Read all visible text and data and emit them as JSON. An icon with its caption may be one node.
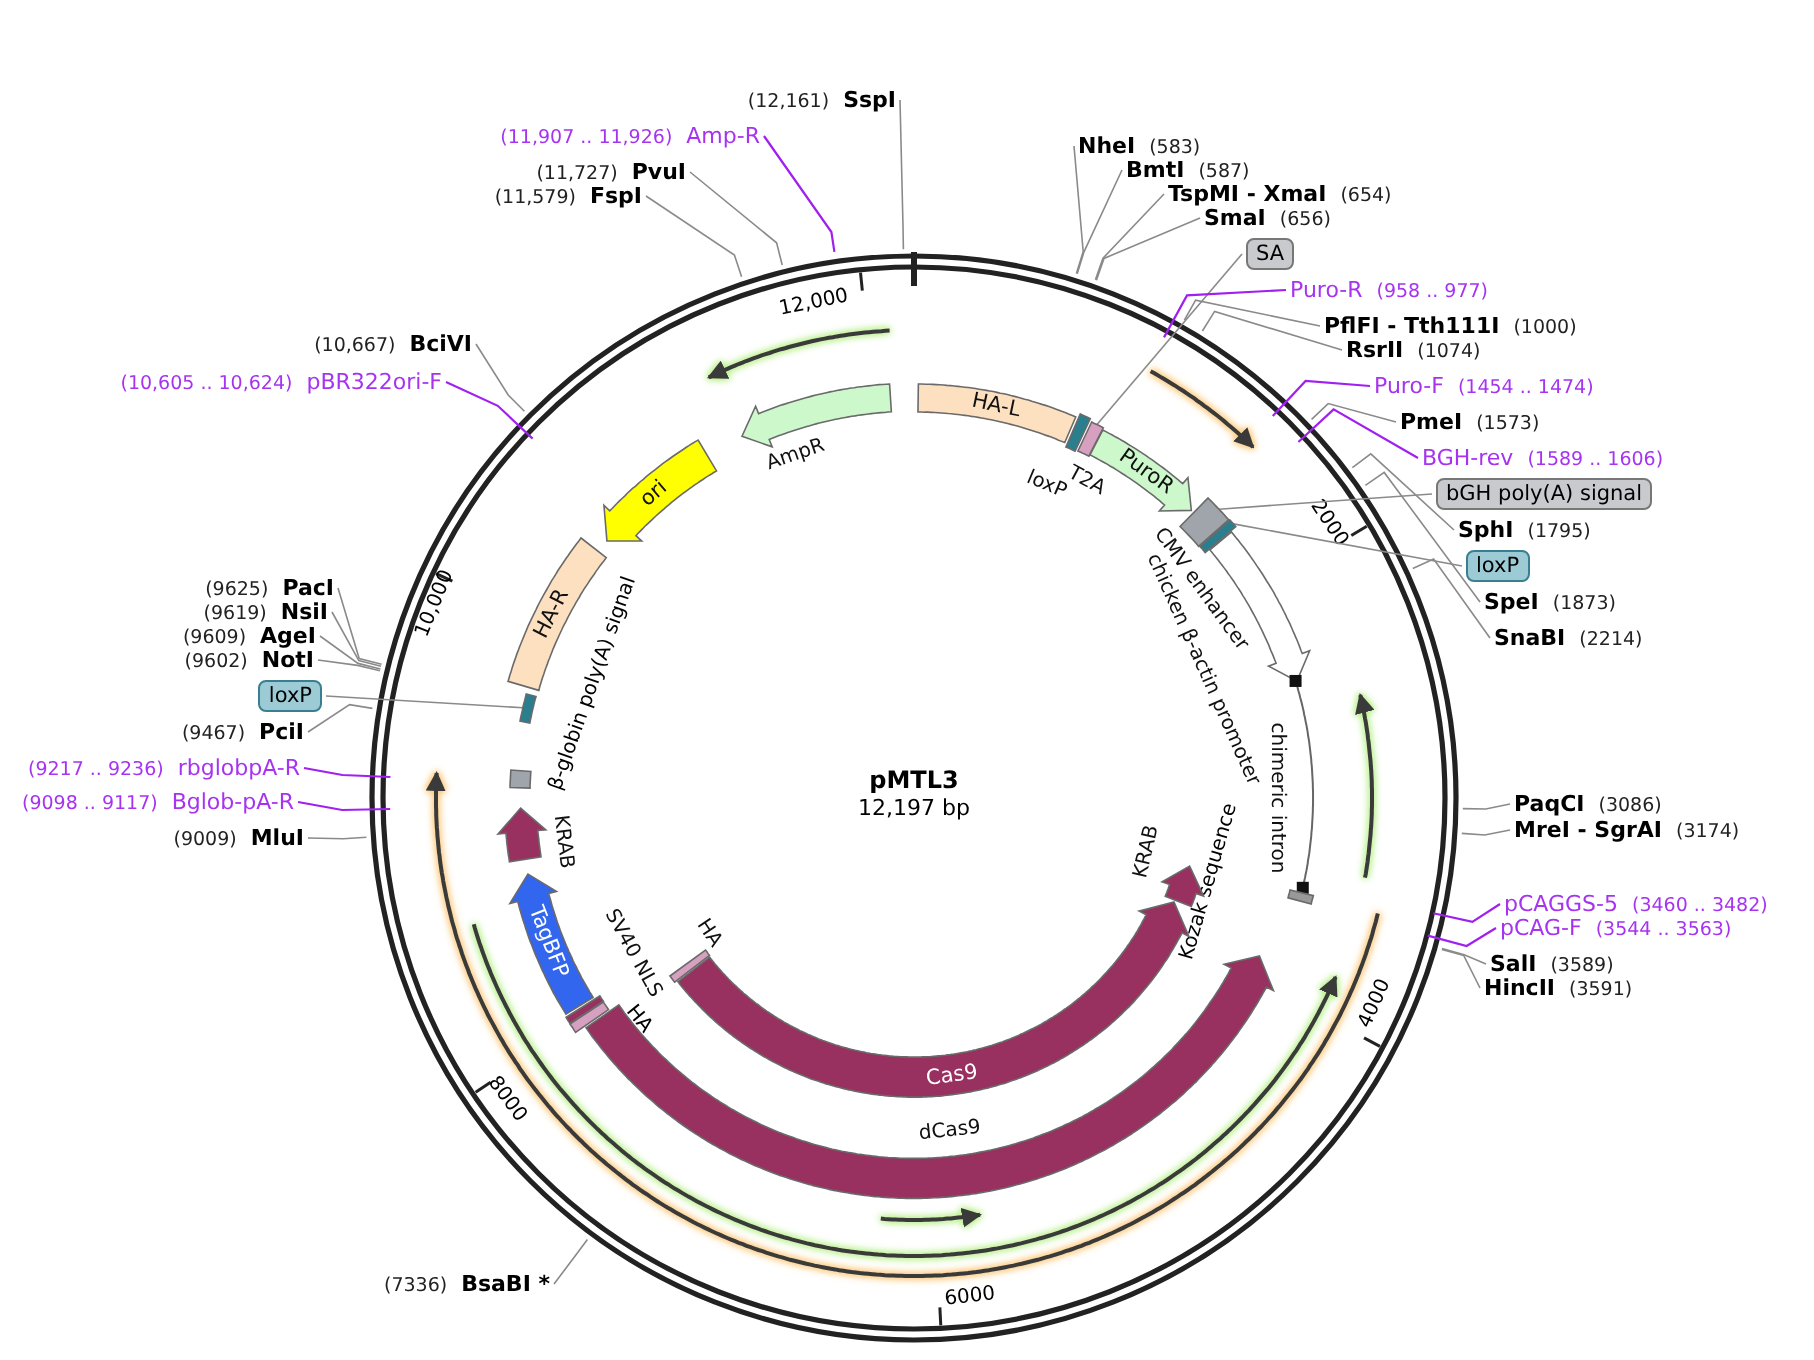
{
  "diagram": {
    "title": "pMTL3",
    "nodes": [
      {
        "text": [],
        "shape": "arrow",
        "beside": [
          "AmpR"
        ]
      },
      {
        "text": [
          "HA-L"
        ]
      },
      {
        "text": [],
        "shape": "bar",
        "beside": [
          "loxP"
        ]
      },
      {
        "text": [],
        "shape": "bar",
        "beside": [
          "T2A"
        ]
      },
      {
        "text": [
          "PuroR"
        ]
      },
      {
        "text": [],
        "shape": "box"
      },
      {
        "text": [],
        "shape": "bar"
      },
      {
        "text": [],
        "shape": "arrow",
        "beside": [
          "CMV enhancer",
          "chicken β-actin promoter"
        ]
      },
      {
        "text": [],
        "shape": "line",
        "beside": [
          "chimeric intron"
        ]
      },
      {
        "text": [],
        "shape": "bar"
      },
      {
        "text": [],
        "shape": "arrow",
        "beside": [
          "dCas9"
        ]
      },
      {
        "text": [
          "Cas9"
        ]
      },
      {
        "text": [],
        "shape": "arrow",
        "beside": [
          "KRAB"
        ]
      },
      {
        "text": [],
        "shape": "bar",
        "beside": [
          "HA"
        ]
      },
      {
        "text": [],
        "shape": "bar",
        "beside": [
          "SV40 NLS"
        ]
      },
      {
        "text": [],
        "shape": "bar"
      },
      {
        "text": [
          "TagBFP"
        ]
      },
      {
        "text": [],
        "shape": "arrow",
        "beside": [
          "KRAB"
        ]
      },
      {
        "text": [],
        "shape": "box"
      },
      {
        "text": [],
        "shape": "bar"
      },
      {
        "text": [
          "HA-R"
        ]
      },
      {
        "text": [
          "ori"
        ]
      },
      {
        "text": [
          "(12,161)",
          "SspI"
        ]
      },
      {
        "text": [
          "(11,907 .. 11,926)",
          "Amp-R"
        ]
      },
      {
        "text": [
          "(11,727)",
          "PvuI"
        ]
      },
      {
        "text": [
          "(11,579)",
          "FspI"
        ]
      },
      {
        "text": [
          "NheI",
          "(583)"
        ]
      },
      {
        "text": [
          "BmtI",
          "(587)"
        ]
      },
      {
        "text": [
          "TspMI - XmaI",
          "(654)"
        ]
      },
      {
        "text": [
          "SmaI",
          "(656)"
        ]
      },
      {
        "text": [
          "SA"
        ]
      },
      {
        "text": [
          "Puro-R",
          "(958 .. 977)"
        ]
      },
      {
        "text": [
          "PflFI - Tth111I",
          "(1000)"
        ]
      },
      {
        "text": [
          "RsrII",
          "(1074)"
        ]
      },
      {
        "text": [
          "(10,667)",
          "BciVI"
        ]
      },
      {
        "text": [
          "(10,605 .. 10,624)",
          "pBR322ori-F"
        ]
      },
      {
        "text": [
          "Puro-F",
          "(1454 .. 1474)"
        ]
      },
      {
        "text": [
          "PmeI",
          "(1573)"
        ]
      },
      {
        "text": [
          "BGH-rev",
          "(1589 .. 1606)"
        ]
      },
      {
        "text": [
          "bGH poly(A) signal"
        ]
      },
      {
        "text": [
          "SphI",
          "(1795)"
        ]
      },
      {
        "text": [
          "loxP"
        ]
      },
      {
        "text": [
          "SpeI",
          "(1873)"
        ]
      },
      {
        "text": [
          "SnaBI",
          "(2214)"
        ]
      },
      {
        "text": [
          "(9625)",
          "PacI"
        ]
      },
      {
        "text": [
          "(9619)",
          "NsiI"
        ]
      },
      {
        "text": [
          "(9609)",
          "AgeI"
        ]
      },
      {
        "text": [
          "(9602)",
          "NotI"
        ]
      },
      {
        "text": [
          "loxP"
        ]
      },
      {
        "text": [
          "(9467)",
          "PciI"
        ]
      },
      {
        "text": [
          "(9217 .. 9236)",
          "rbglobpA-R"
        ]
      },
      {
        "text": [
          "(9098 .. 9117)",
          "Bglob-pA-R"
        ]
      },
      {
        "text": [
          "(9009)",
          "MluI"
        ]
      },
      {
        "text": [
          "PaqCI",
          "(3086)"
        ]
      },
      {
        "text": [
          "MreI - SgrAI",
          "(3174)"
        ]
      },
      {
        "text": [
          "pCAGGS-5",
          "(3460 .. 3482)"
        ]
      },
      {
        "text": [
          "pCAG-F",
          "(3544 .. 3563)"
        ]
      },
      {
        "text": [
          "SalI",
          "(3589)"
        ]
      },
      {
        "text": [
          "HincII",
          "(3591)"
        ]
      },
      {
        "text": [
          "(7336)",
          "BsaBI *"
        ]
      }
    ],
    "edges": [
      {
        "from": 22,
        "to": null,
        "arrow": "none"
      },
      {
        "from": 23,
        "to": null,
        "arrow": "none",
        "color": "#a020f0"
      },
      {
        "from": 24,
        "to": null,
        "arrow": "none"
      },
      {
        "from": 25,
        "to": null,
        "arrow": "none"
      },
      {
        "from": 26,
        "to": null,
        "arrow": "none"
      },
      {
        "from": 27,
        "to": null,
        "arrow": "none"
      },
      {
        "from": 28,
        "to": null,
        "arrow": "none"
      },
      {
        "from": 29,
        "to": null,
        "arrow": "none"
      },
      {
        "from": 30,
        "to": 3,
        "arrow": "none"
      },
      {
        "from": 31,
        "to": null,
        "arrow": "none",
        "color": "#a020f0"
      },
      {
        "from": 32,
        "to": null,
        "arrow": "none"
      },
      {
        "from": 33,
        "to": null,
        "arrow": "none"
      },
      {
        "from": 34,
        "to": null,
        "arrow": "none"
      },
      {
        "from": 35,
        "to": null,
        "arrow": "none",
        "color": "#a020f0"
      },
      {
        "from": 36,
        "to": null,
        "arrow": "none",
        "color": "#a020f0"
      },
      {
        "from": 37,
        "to": null,
        "arrow": "none"
      },
      {
        "from": 38,
        "to": null,
        "arrow": "none",
        "color": "#a020f0"
      },
      {
        "from": 39,
        "to": 5,
        "arrow": "none"
      },
      {
        "from": 40,
        "to": null,
        "arrow": "none"
      },
      {
        "from": 41,
        "to": 6,
        "arrow": "none"
      },
      {
        "from": 42,
        "to": null,
        "arrow": "none"
      },
      {
        "from": 43,
        "to": null,
        "arrow": "none"
      },
      {
        "from": 44,
        "to": null,
        "arrow": "none"
      },
      {
        "from": 45,
        "to": null,
        "arrow": "none"
      },
      {
        "from": 46,
        "to": null,
        "arrow": "none"
      },
      {
        "from": 47,
        "to": null,
        "arrow": "none"
      },
      {
        "from": 48,
        "to": 19,
        "arrow": "none"
      },
      {
        "from": 49,
        "to": null,
        "arrow": "none"
      },
      {
        "from": 50,
        "to": null,
        "arrow": "none",
        "color": "#a020f0"
      },
      {
        "from": 51,
        "to": null,
        "arrow": "none",
        "color": "#a020f0"
      },
      {
        "from": 52,
        "to": null,
        "arrow": "none"
      },
      {
        "from": 53,
        "to": null,
        "arrow": "none"
      },
      {
        "from": 54,
        "to": null,
        "arrow": "none"
      },
      {
        "from": 55,
        "to": null,
        "arrow": "none",
        "color": "#a020f0"
      },
      {
        "from": 56,
        "to": null,
        "arrow": "none",
        "color": "#a020f0"
      },
      {
        "from": 57,
        "to": null,
        "arrow": "none"
      },
      {
        "from": 58,
        "to": null,
        "arrow": "none"
      },
      {
        "from": 59,
        "to": null,
        "arrow": "none"
      }
    ],
    "labels": [
      "12,197 bp",
      "12,000",
      "2000",
      "4000",
      "6000",
      "8000",
      "10,000",
      "Kozak sequence",
      "HA",
      "β-globin poly(A) signal"
    ]
  }
}
